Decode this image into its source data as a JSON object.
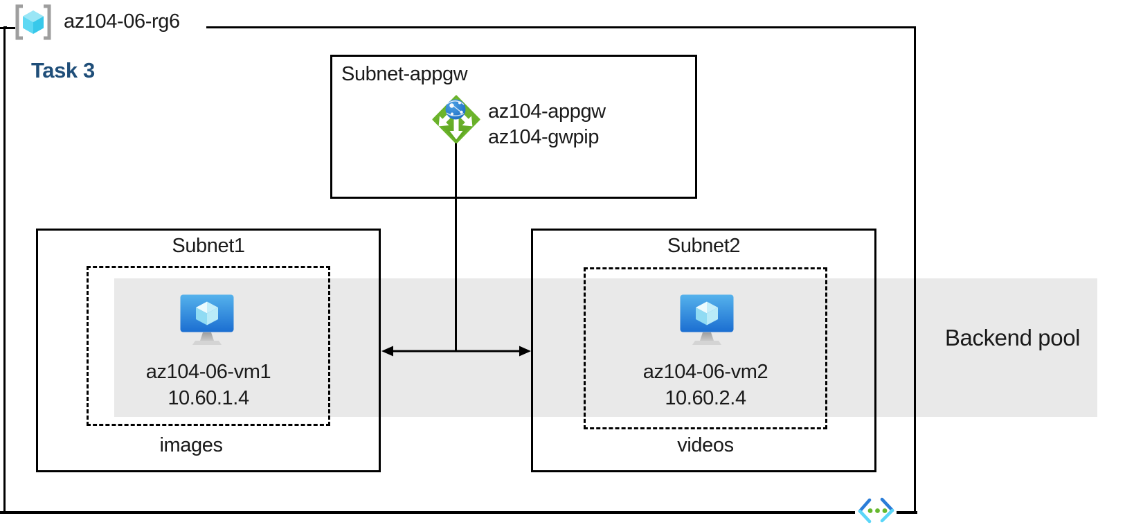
{
  "resource_group": {
    "name": "az104-06-rg6"
  },
  "task_label": "Task 3",
  "appgw_subnet": {
    "label": "Subnet-appgw",
    "gateway_name": "az104-appgw",
    "public_ip_name": "az104-gwpip"
  },
  "subnet1": {
    "label": "Subnet1",
    "vm_name": "az104-06-vm1",
    "vm_ip": "10.60.1.4",
    "container_label": "images"
  },
  "subnet2": {
    "label": "Subnet2",
    "vm_name": "az104-06-vm2",
    "vm_ip": "10.60.2.4",
    "container_label": "videos"
  },
  "backend_pool": {
    "label": "Backend pool"
  },
  "icons": {
    "resource_group": "resource-group-icon",
    "application_gateway": "application-gateway-icon",
    "virtual_machine": "virtual-machine-icon",
    "virtual_network": "virtual-network-icon"
  },
  "colors": {
    "text": "#1A1A1A",
    "border": "#000000",
    "task-label": "#1F4E79",
    "backend-pool-band": "#E9E9E9",
    "appgw-green": "#6AB32A",
    "vm-monitor-blue": "#2E8FE0",
    "rg-cube-cyan": "#50CFEE",
    "rg-bracket-gray": "#9E9E9E",
    "vnet-blue": "#2A7DD8",
    "vnet-cyan": "#5BD6F8",
    "vnet-dot-green": "#66B82E"
  }
}
